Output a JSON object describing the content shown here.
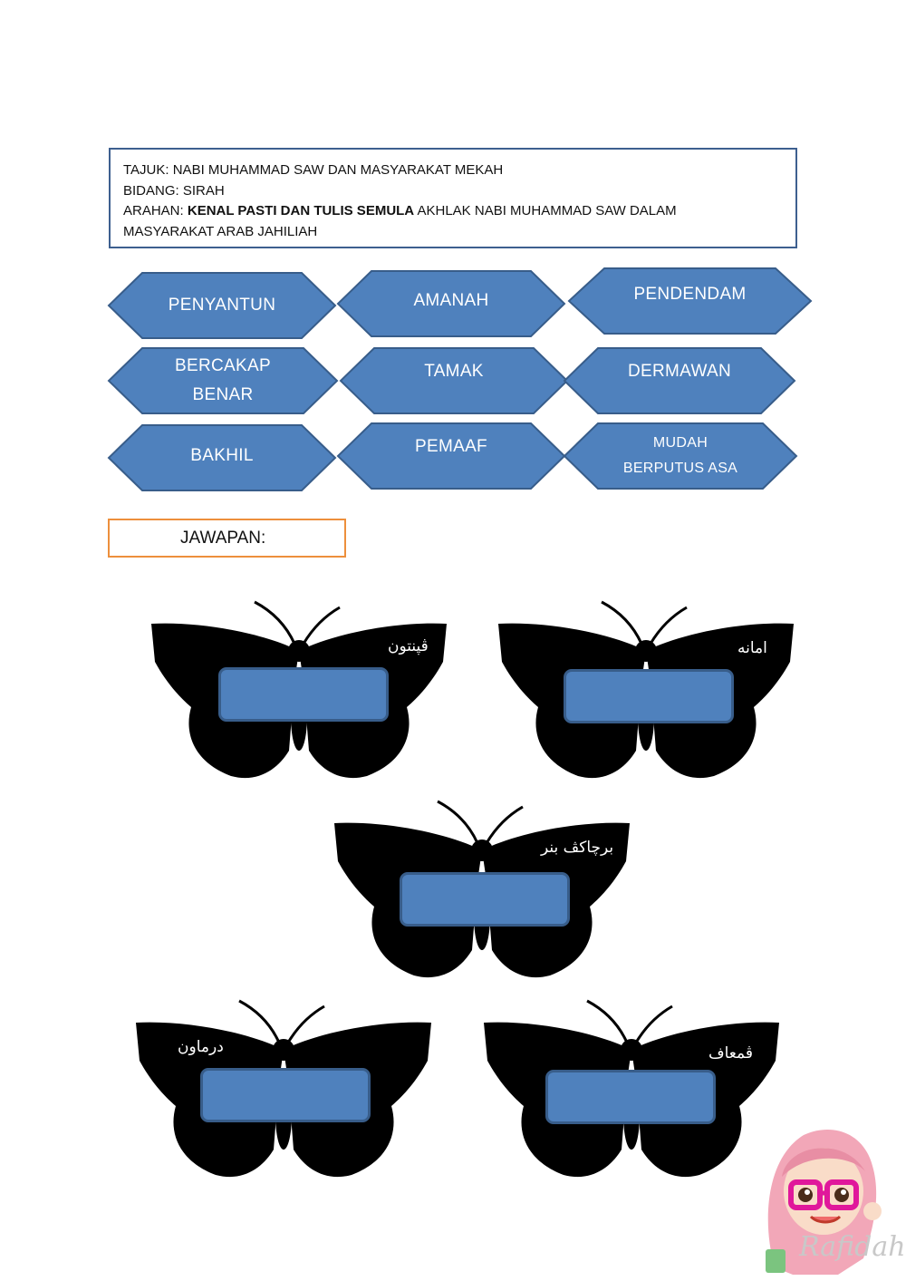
{
  "header": {
    "line1": "TAJUK: NABI MUHAMMAD SAW DAN MASYARAKAT MEKAH",
    "line2": "BIDANG: SIRAH",
    "line3_prefix": "ARAHAN: ",
    "line3_bold": "KENAL PASTI DAN TULIS SEMULA",
    "line3_rest": " AKHLAK NABI MUHAMMAD SAW DALAM",
    "line4": "MASYARAKAT ARAB JAHILIAH"
  },
  "options": [
    [
      "PENYANTUN"
    ],
    [
      "AMANAH"
    ],
    [
      "PENDENDAM"
    ],
    [
      "BERCAKAP",
      "BENAR"
    ],
    [
      "TAMAK"
    ],
    [
      "DERMAWAN"
    ],
    [
      "BAKHIL"
    ],
    [
      "PEMAAF"
    ],
    [
      "MUDAH",
      "BERPUTUS ASA"
    ]
  ],
  "answer_label": "JAWAPAN:",
  "butterflies": [
    {
      "jawi": "ڤڽنتون",
      "answer": ""
    },
    {
      "jawi": "امانه",
      "answer": ""
    },
    {
      "jawi": "برچاکڤ بنر",
      "answer": ""
    },
    {
      "jawi": "درماون",
      "answer": ""
    },
    {
      "jawi": "ڤمعاف",
      "answer": ""
    }
  ],
  "signature": "Rafidah",
  "colors": {
    "hex_fill": "#4f81bd",
    "hex_border": "#385d8a",
    "answer_border": "#ed8f3c",
    "header_border": "#3d5f8f"
  }
}
